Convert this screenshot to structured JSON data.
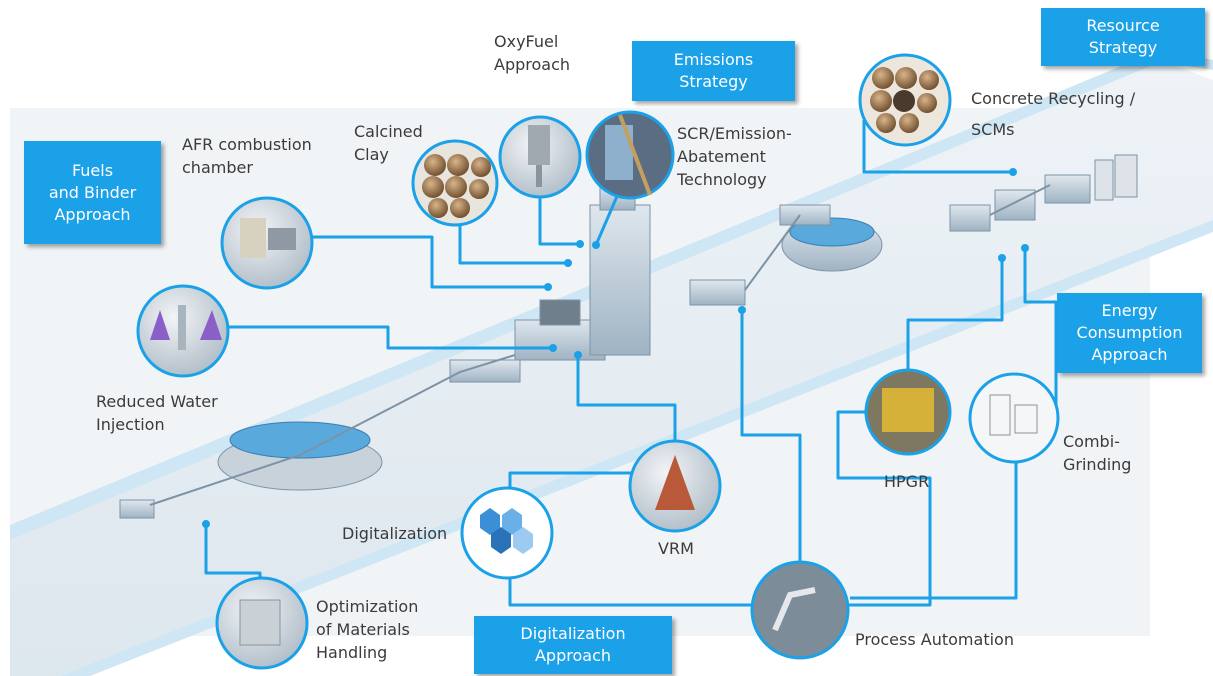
{
  "colors": {
    "category_box": "#1aa1e8",
    "connector": "#1aa1e8",
    "label_text": "#3b3b3b",
    "band": "#e6eef4"
  },
  "categories": {
    "fuels_binder": "Fuels\nand Binder\nApproach",
    "emissions": "Emissions\nStrategy",
    "resource": "Resource\nStrategy",
    "energy": "Energy\nConsumption\nApproach",
    "digitalization": "Digitalization\nApproach"
  },
  "technologies": {
    "oxyfuel": "OxyFuel\nApproach",
    "afr": "AFR combustion\nchamber",
    "calcined_clay": "Calcined\nClay",
    "scr": "SCR/Emission-\nAbatement\nTechnology",
    "concrete_recycling": "Concrete Recycling /\nSCMs",
    "reduced_water": "Reduced Water\nInjection",
    "hpgr": "HPGR",
    "combi_grinding": "Combi-\nGrinding",
    "digitalization": "Digitalization",
    "vrm": "VRM",
    "optimization": "Optimization\nof Materials\nHandling",
    "process_automation": "Process Automation"
  }
}
